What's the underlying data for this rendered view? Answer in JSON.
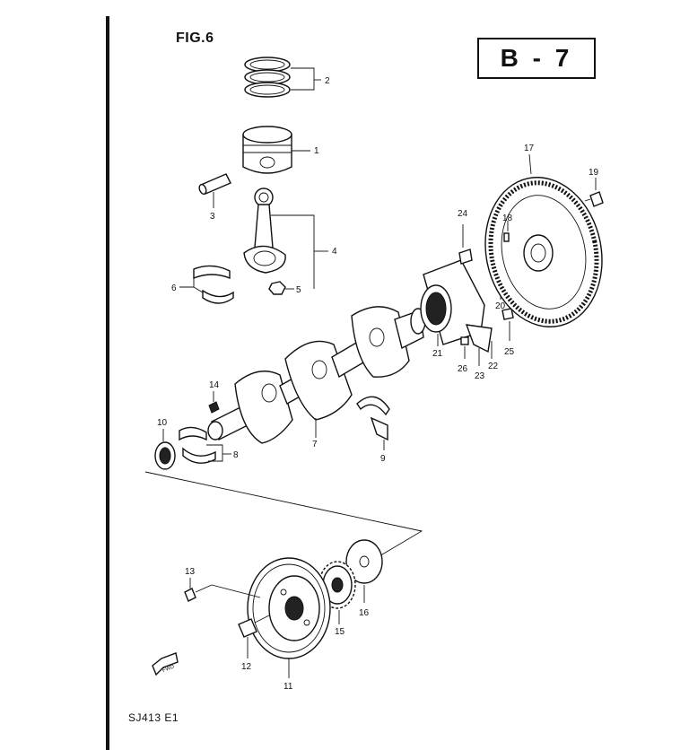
{
  "figure": {
    "title": "FIG.6",
    "code": "B - 7",
    "model": "SJ413 E1",
    "fwd_label": "FWD"
  },
  "callouts": {
    "c1": "1",
    "c2": "2",
    "c3": "3",
    "c4": "4",
    "c5": "5",
    "c6": "6",
    "c7": "7",
    "c8": "8",
    "c9": "9",
    "c10": "10",
    "c11": "11",
    "c12": "12",
    "c13": "13",
    "c14": "14",
    "c15": "15",
    "c16": "16",
    "c17": "17",
    "c18": "18",
    "c19": "19",
    "c20": "20",
    "c21": "21",
    "c22": "22",
    "c23": "23",
    "c24": "24",
    "c25": "25",
    "c26": "26"
  }
}
